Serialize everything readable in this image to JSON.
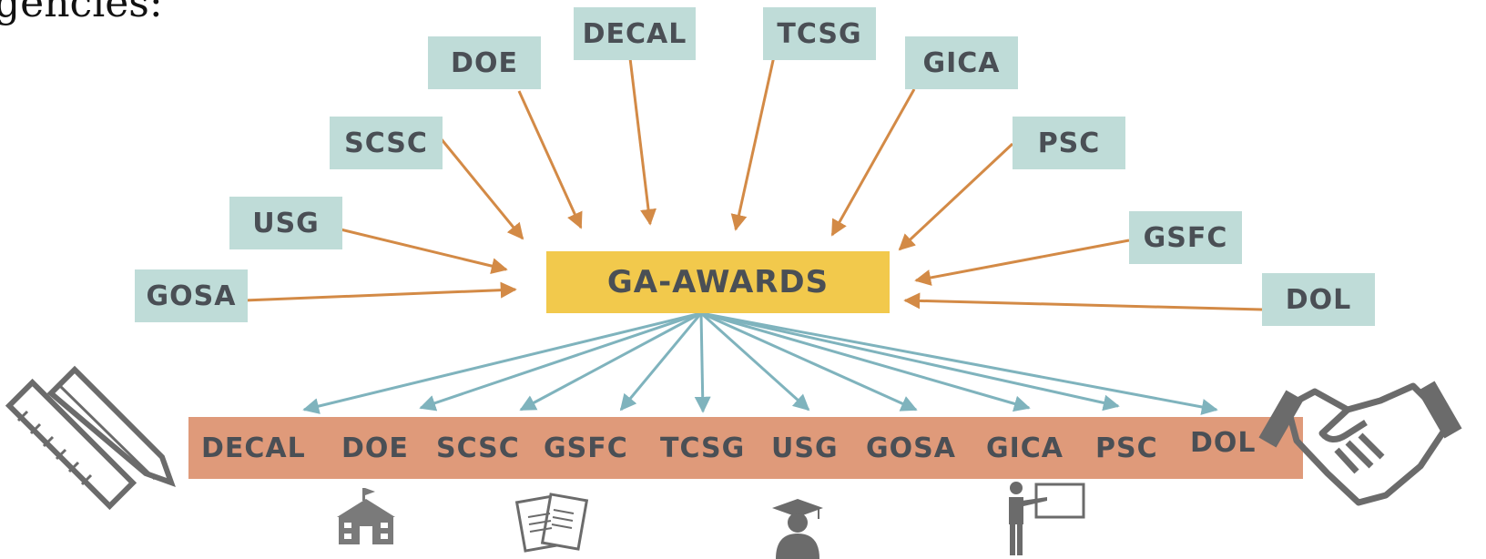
{
  "partial_text": "gencies:",
  "hub": {
    "label": "GA-AWARDS"
  },
  "sources": [
    {
      "id": "GOSA",
      "label": "GOSA"
    },
    {
      "id": "USG",
      "label": "USG"
    },
    {
      "id": "SCSC",
      "label": "SCSC"
    },
    {
      "id": "DOE",
      "label": "DOE"
    },
    {
      "id": "DECAL",
      "label": "DECAL"
    },
    {
      "id": "TCSG",
      "label": "TCSG"
    },
    {
      "id": "GICA",
      "label": "GICA"
    },
    {
      "id": "PSC",
      "label": "PSC"
    },
    {
      "id": "GSFC",
      "label": "GSFC"
    },
    {
      "id": "DOL",
      "label": "DOL"
    }
  ],
  "targets": [
    {
      "id": "DECAL",
      "label": "DECAL"
    },
    {
      "id": "DOE",
      "label": "DOE"
    },
    {
      "id": "SCSC",
      "label": "SCSC"
    },
    {
      "id": "GSFC",
      "label": "GSFC"
    },
    {
      "id": "TCSG",
      "label": "TCSG"
    },
    {
      "id": "USG",
      "label": "USG"
    },
    {
      "id": "GOSA",
      "label": "GOSA"
    },
    {
      "id": "GICA",
      "label": "GICA"
    },
    {
      "id": "PSC",
      "label": "PSC"
    },
    {
      "id": "DOL",
      "label": "DOL"
    }
  ],
  "edges_in": [
    "GOSA",
    "USG",
    "SCSC",
    "DOE",
    "DECAL",
    "TCSG",
    "GICA",
    "PSC",
    "GSFC",
    "DOL"
  ],
  "edges_out": [
    "DECAL",
    "DOE",
    "SCSC",
    "GSFC",
    "TCSG",
    "USG",
    "GOSA",
    "GICA",
    "PSC",
    "DOL"
  ],
  "icons": [
    "ruler-pencil-icon",
    "school-icon",
    "documents-icon",
    "graduate-icon",
    "teacher-icon",
    "handshake-icon"
  ],
  "colors": {
    "source_box": "#bfdcd8",
    "hub": "#f2c94c",
    "band": "#df9a7a",
    "inbound_arrow": "#d38a46",
    "outbound_arrow": "#7fb3bd",
    "text": "#4a4f55",
    "icon": "#6b6b6b"
  }
}
